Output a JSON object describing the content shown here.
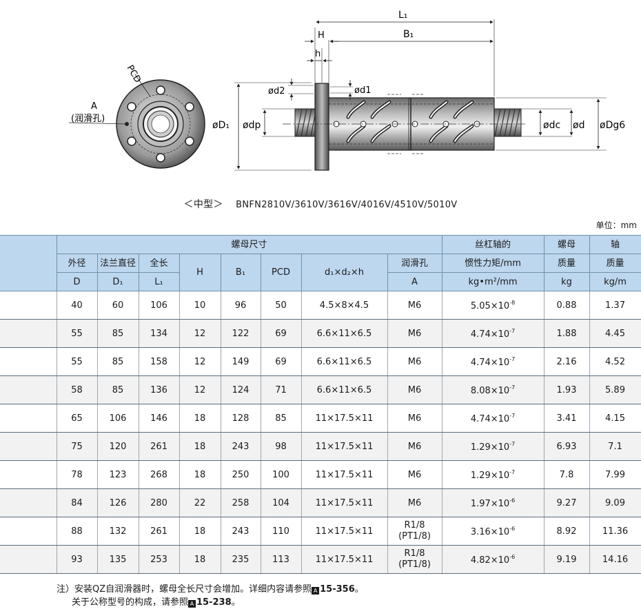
{
  "caption": {
    "subtitle": "＜中型＞",
    "models": "BNFN2810V/3610V/3616V/4016V/4510V/5010V"
  },
  "unit_label": "单位：mm",
  "drawing_labels": {
    "pcd": "PCD",
    "a": "A",
    "lube_hole": "(润滑孔)",
    "l1": "L₁",
    "b1": "B₁",
    "h_upper": "H",
    "h_lower": "h",
    "d2": "ød2",
    "d1": "ød1",
    "D1": "øD₁",
    "dp": "ødp",
    "dc": "ødc",
    "d": "ød",
    "Dg6": "øDg6"
  },
  "table": {
    "group_header": "螺母尺寸",
    "header_row1": {
      "inertia": "丝杠轴的",
      "nut_mass": "螺母",
      "shaft_mass": "轴"
    },
    "header_row2": {
      "outer_dia": "外径",
      "flange_dia": "法兰直径",
      "length": "全长",
      "lube": "润滑孔",
      "inertia": "惯性力矩/mm",
      "nut_mass": "质量",
      "shaft_mass": "质量"
    },
    "header_row3": {
      "D": "D",
      "D1": "D₁",
      "L1": "L₁",
      "H": "H",
      "B1": "B₁",
      "PCD": "PCD",
      "dxdxh": "d₁×d₂×h",
      "A": "A",
      "inertia": "kg•m²/mm",
      "nut_mass": "kg",
      "shaft_mass": "kg/m"
    },
    "rows": [
      {
        "D": "40",
        "D1": "60",
        "L1": "106",
        "H": "10",
        "B1": "96",
        "PCD": "50",
        "ddh": "4.5×8×4.5",
        "A": "M6",
        "inertia": "5.05×10",
        "exp": "-8",
        "nut": "0.88",
        "shaft": "1.37"
      },
      {
        "D": "55",
        "D1": "85",
        "L1": "134",
        "H": "12",
        "B1": "122",
        "PCD": "69",
        "ddh": "6.6×11×6.5",
        "A": "M6",
        "inertia": "4.74×10",
        "exp": "-7",
        "nut": "1.88",
        "shaft": "4.45"
      },
      {
        "D": "55",
        "D1": "85",
        "L1": "158",
        "H": "12",
        "B1": "149",
        "PCD": "69",
        "ddh": "6.6×11×6.5",
        "A": "M6",
        "inertia": "4.74×10",
        "exp": "-7",
        "nut": "2.16",
        "shaft": "4.52"
      },
      {
        "D": "58",
        "D1": "85",
        "L1": "136",
        "H": "12",
        "B1": "124",
        "PCD": "71",
        "ddh": "6.6×11×6.5",
        "A": "M6",
        "inertia": "8.08×10",
        "exp": "-7",
        "nut": "1.93",
        "shaft": "5.89"
      },
      {
        "D": "65",
        "D1": "106",
        "L1": "146",
        "H": "18",
        "B1": "128",
        "PCD": "85",
        "ddh": "11×17.5×11",
        "A": "M6",
        "inertia": "4.74×10",
        "exp": "-7",
        "nut": "3.41",
        "shaft": "4.15"
      },
      {
        "D": "75",
        "D1": "120",
        "L1": "261",
        "H": "18",
        "B1": "243",
        "PCD": "98",
        "ddh": "11×17.5×11",
        "A": "M6",
        "inertia": "1.29×10",
        "exp": "-7",
        "nut": "6.93",
        "shaft": "7.1"
      },
      {
        "D": "78",
        "D1": "123",
        "L1": "268",
        "H": "18",
        "B1": "250",
        "PCD": "100",
        "ddh": "11×17.5×11",
        "A": "M6",
        "inertia": "1.29×10",
        "exp": "-7",
        "nut": "7.8",
        "shaft": "7.99"
      },
      {
        "D": "84",
        "D1": "126",
        "L1": "280",
        "H": "22",
        "B1": "258",
        "PCD": "104",
        "ddh": "11×17.5×11",
        "A": "M6",
        "inertia": "1.97×10",
        "exp": "-6",
        "nut": "9.27",
        "shaft": "9.09"
      },
      {
        "D": "88",
        "D1": "132",
        "L1": "261",
        "H": "18",
        "B1": "243",
        "PCD": "110",
        "ddh": "11×17.5×11",
        "A": "R1/8",
        "A2": "(PT1/8)",
        "inertia": "3.16×10",
        "exp": "-6",
        "nut": "8.92",
        "shaft": "11.36"
      },
      {
        "D": "93",
        "D1": "135",
        "L1": "253",
        "H": "18",
        "B1": "235",
        "PCD": "113",
        "ddh": "11×17.5×11",
        "A": "R1/8",
        "A2": "(PT1/8)",
        "inertia": "4.82×10",
        "exp": "-6",
        "nut": "9.19",
        "shaft": "14.16"
      }
    ]
  },
  "notes": {
    "line1_text": "注）安装QZ自润滑器时，螺母全长尺寸会增加。详细内容请参照",
    "line1_mark": "A",
    "line1_ref": "15-356",
    "line1_end": "。",
    "line2_text": "关于公称型号的构成，请参照",
    "line2_mark": "A",
    "line2_ref": "15-238",
    "line2_end": "。"
  }
}
